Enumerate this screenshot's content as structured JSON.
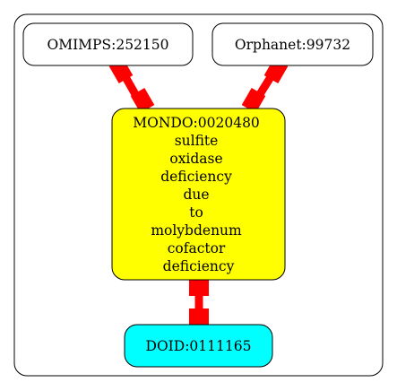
{
  "nodes": {
    "omimps": {
      "label": "OMIMPS:252150",
      "fill": "#ffffff"
    },
    "orphanet": {
      "label": "Orphanet:99732",
      "fill": "#ffffff"
    },
    "mondo": {
      "label_lines": [
        "MONDO:0020480",
        "sulfite",
        "oxidase",
        "deficiency",
        "due",
        "to",
        "molybdenum",
        "cofactor",
        "deficiency"
      ],
      "fill": "#ffff00"
    },
    "doid": {
      "label": "DOID:0111165",
      "fill": "#00ffff"
    }
  },
  "edges": [
    {
      "from": "omimps",
      "to": "mondo",
      "color": "#ff0000"
    },
    {
      "from": "orphanet",
      "to": "mondo",
      "color": "#ff0000"
    },
    {
      "from": "mondo",
      "to": "doid",
      "color": "#ff0000"
    }
  ],
  "cluster": {
    "border_color": "#000000"
  }
}
